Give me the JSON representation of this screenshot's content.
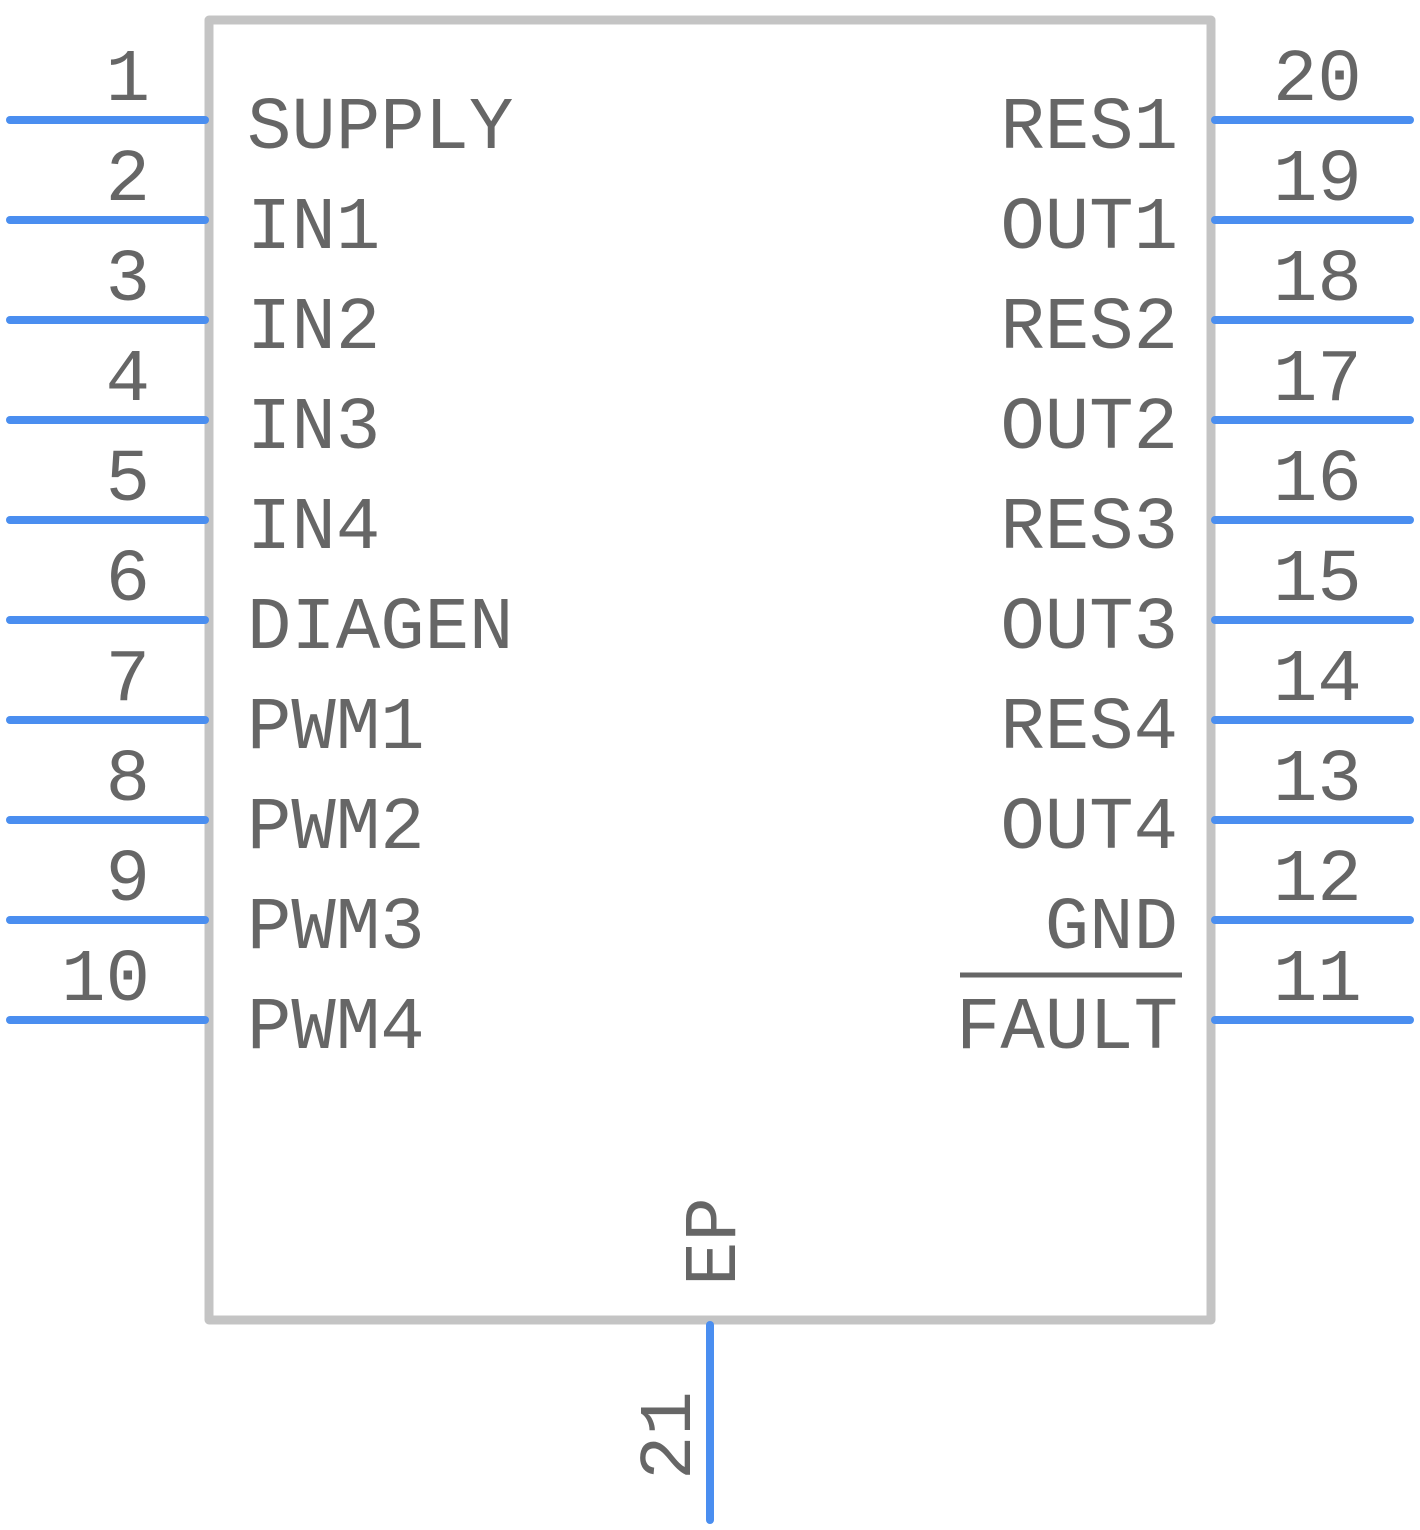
{
  "colors": {
    "pin_line": "#4a8ef0",
    "body_outline": "#c4c4c4",
    "text": "#666666",
    "background": "#ffffff"
  },
  "component": {
    "left_pins": [
      {
        "number": "1",
        "label": "SUPPLY",
        "overbar": false
      },
      {
        "number": "2",
        "label": "IN1",
        "overbar": false
      },
      {
        "number": "3",
        "label": "IN2",
        "overbar": false
      },
      {
        "number": "4",
        "label": "IN3",
        "overbar": false
      },
      {
        "number": "5",
        "label": "IN4",
        "overbar": false
      },
      {
        "number": "6",
        "label": "DIAGEN",
        "overbar": false
      },
      {
        "number": "7",
        "label": "PWM1",
        "overbar": false
      },
      {
        "number": "8",
        "label": "PWM2",
        "overbar": false
      },
      {
        "number": "9",
        "label": "PWM3",
        "overbar": false
      },
      {
        "number": "10",
        "label": "PWM4",
        "overbar": false
      }
    ],
    "right_pins": [
      {
        "number": "20",
        "label": "RES1",
        "overbar": false
      },
      {
        "number": "19",
        "label": "OUT1",
        "overbar": false
      },
      {
        "number": "18",
        "label": "RES2",
        "overbar": false
      },
      {
        "number": "17",
        "label": "OUT2",
        "overbar": false
      },
      {
        "number": "16",
        "label": "RES3",
        "overbar": false
      },
      {
        "number": "15",
        "label": "OUT3",
        "overbar": false
      },
      {
        "number": "14",
        "label": "RES4",
        "overbar": false
      },
      {
        "number": "13",
        "label": "OUT4",
        "overbar": false
      },
      {
        "number": "12",
        "label": "GND",
        "overbar": false
      },
      {
        "number": "11",
        "label": "FAULT",
        "overbar": true
      }
    ],
    "bottom_pins": [
      {
        "number": "21",
        "label": "EP",
        "overbar": false
      }
    ]
  }
}
